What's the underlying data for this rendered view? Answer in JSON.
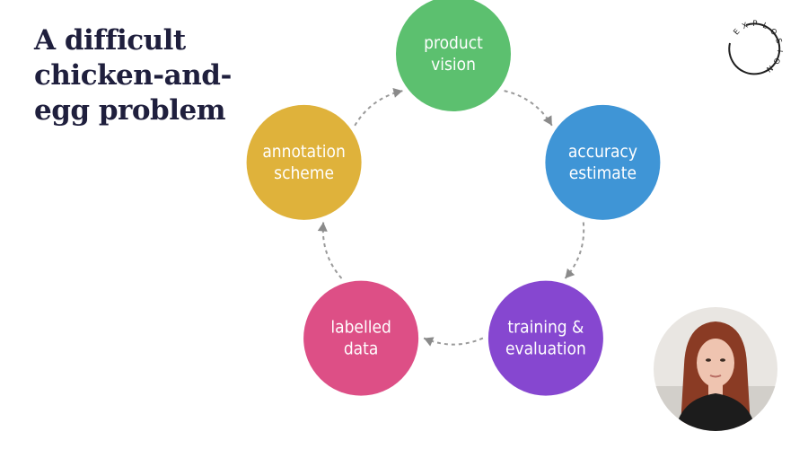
{
  "slide": {
    "title_lines": [
      "A difficult",
      "chicken-and-",
      "egg problem"
    ]
  },
  "logo": {
    "letters": [
      "E",
      "X",
      "P",
      "L",
      "O",
      "S",
      "I",
      "O",
      "N"
    ]
  },
  "diagram": {
    "nodes": [
      {
        "id": "product-vision",
        "lines": [
          "product",
          "vision"
        ],
        "color": "#5cc06f"
      },
      {
        "id": "accuracy-estimate",
        "lines": [
          "accuracy",
          "estimate"
        ],
        "color": "#3f95d6"
      },
      {
        "id": "training-evaluation",
        "lines": [
          "training &",
          "evaluation"
        ],
        "color": "#8647d0"
      },
      {
        "id": "labelled-data",
        "lines": [
          "labelled",
          "data"
        ],
        "color": "#dd4f86"
      },
      {
        "id": "annotation-scheme",
        "lines": [
          "annotation",
          "scheme"
        ],
        "color": "#dfb23b"
      }
    ],
    "arrow_color": "#9a9a9a"
  },
  "webcam": {
    "background": "#e9e6e2",
    "hair": "#8a3b24",
    "skin": "#efc4b0",
    "clothing": "#1c1c1c"
  }
}
